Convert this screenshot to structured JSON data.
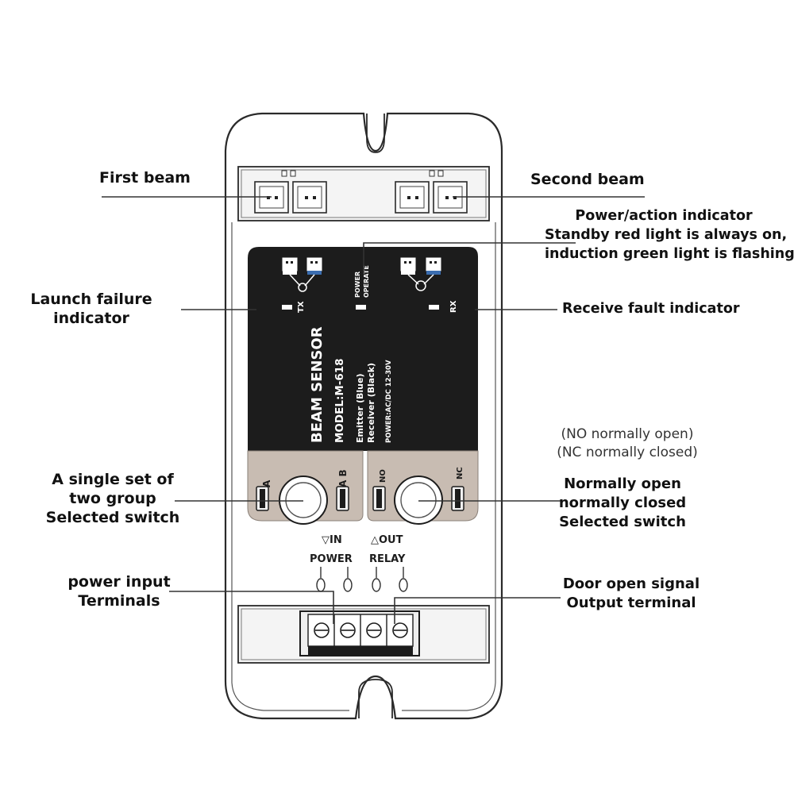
{
  "callouts": {
    "first_beam": "First beam",
    "second_beam": "Second beam",
    "power_action": [
      "Power/action indicator",
      "Standby red light is always on,",
      "induction green light is flashing"
    ],
    "launch_failure": [
      "Launch failure",
      "indicator"
    ],
    "receive_fault": "Receive fault indicator",
    "no_nc_note": [
      "(NO normally open)",
      "(NC normally closed)"
    ],
    "group_switch": [
      "A single set of",
      "two group",
      "Selected switch"
    ],
    "no_nc_switch": [
      "Normally open",
      "normally closed",
      "Selected switch"
    ],
    "power_input": [
      "power input",
      "Terminals"
    ],
    "door_signal": [
      "Door open signal",
      "Output terminal"
    ]
  },
  "panel": {
    "title": "BEAM SENSOR",
    "model": "MODEL:M-618",
    "emitter": "Emitter  (Blue)",
    "receiver": "Receiver (Black)",
    "power_spec": "POWER:AC/DC 12-30V",
    "tx": "TX",
    "rx": "RX",
    "power_operate_1": "POWER",
    "power_operate_2": "OPERATE"
  },
  "switches": {
    "a": "A",
    "ab": "A B",
    "no": "NO",
    "nc": "NC"
  },
  "terminals": {
    "in": "▽IN",
    "out": "△OUT",
    "power": "POWER",
    "relay": "RELAY"
  }
}
